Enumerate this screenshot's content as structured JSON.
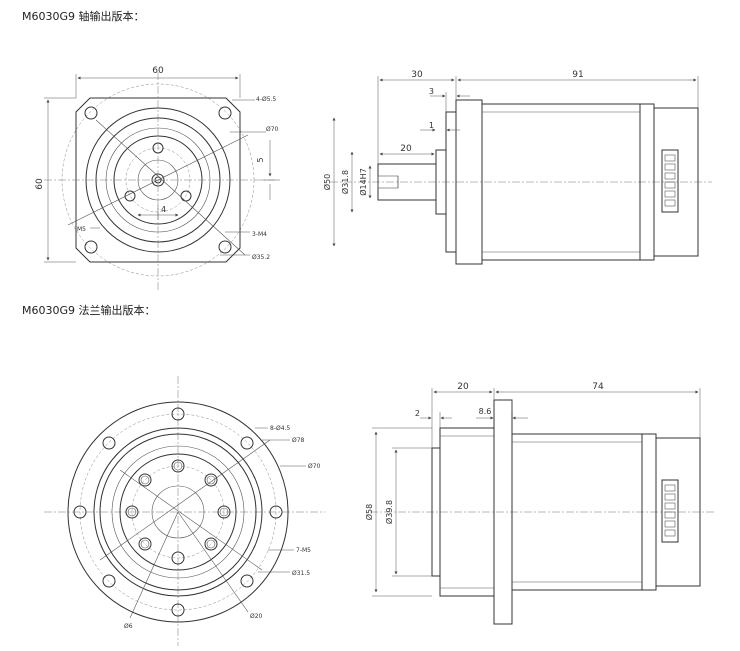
{
  "headings": {
    "shaft": "M6030G9 轴输出版本：",
    "flange": "M6030G9 法兰输出版本："
  },
  "shaft_front": {
    "width": "60",
    "height": "60",
    "holes": "4-Ø5.5",
    "bolt_circle": "Ø70",
    "offset_5": "5",
    "offset_4": "4",
    "thread_center": "M5",
    "threads": "3-M4",
    "pcd": "Ø35.2"
  },
  "shaft_side": {
    "flange_len": "30",
    "motor_len": "91",
    "pilot": "3",
    "step": "1",
    "shaft_len": "20",
    "outer_dia": "Ø50",
    "pilot_dia": "Ø31.8",
    "shaft_dia": "Ø14H7"
  },
  "flange_front": {
    "holes": "8-Ø4.5",
    "outer": "Ø78",
    "bolt_circle": "Ø70",
    "threads": "7-M5",
    "pcd": "Ø31.5",
    "center_hole": "Ø6",
    "inner": "Ø20"
  },
  "flange_side": {
    "flange_len": "20",
    "motor_len": "74",
    "pilot": "2",
    "flange_thk": "8.6",
    "outer_dia": "Ø58",
    "pilot_dia": "Ø39.8"
  }
}
